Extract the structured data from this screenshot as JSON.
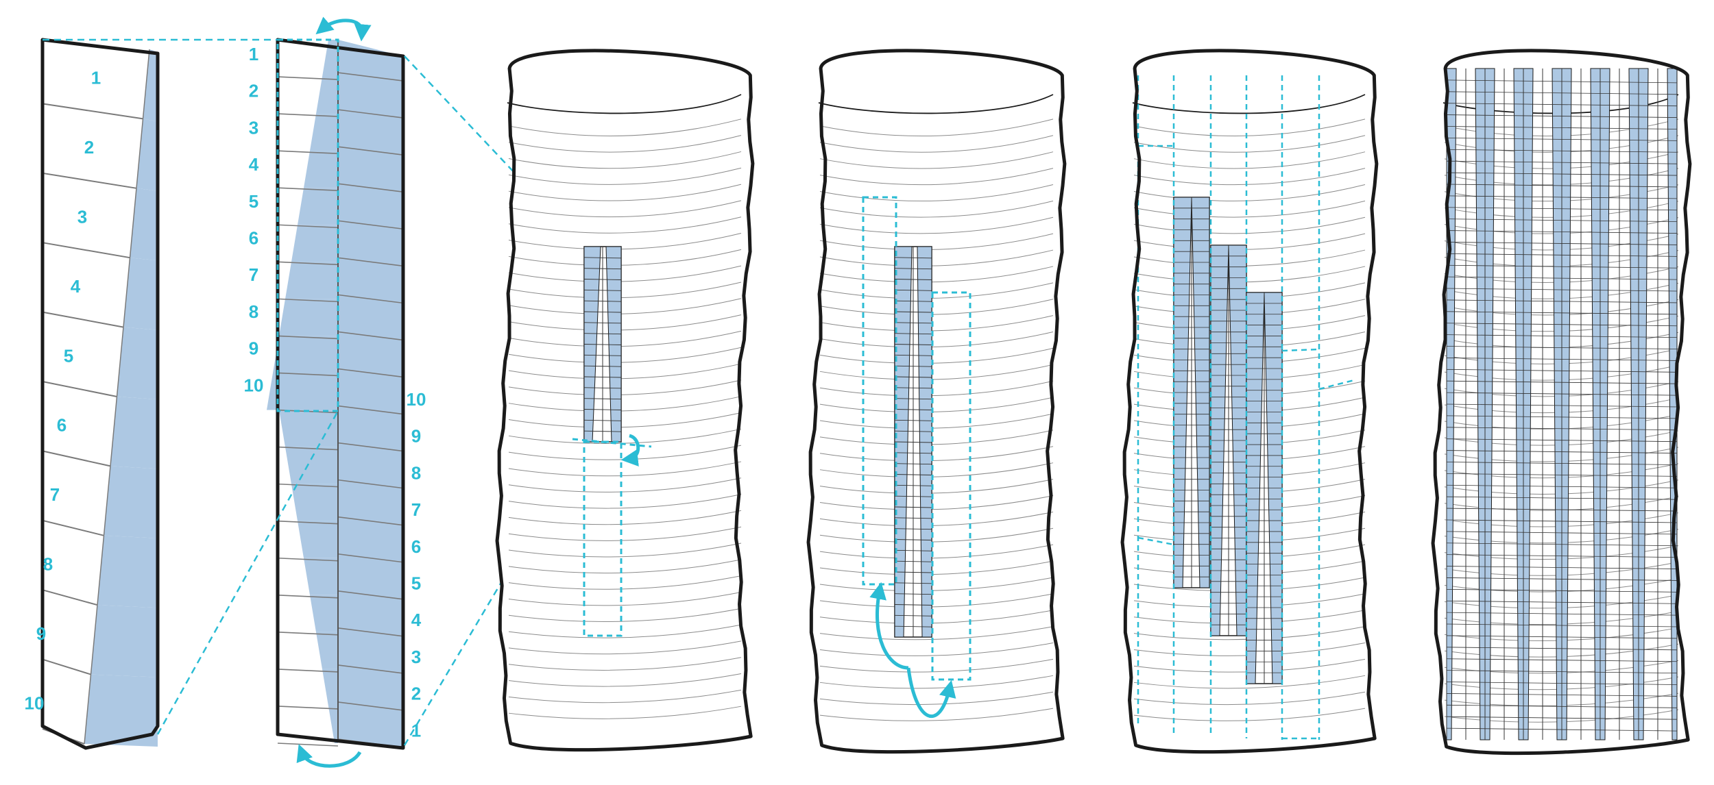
{
  "colors": {
    "accent": "#2bbcd4",
    "panel": "#adc8e3",
    "outline": "#1a1a1a",
    "line": "#7a7a7a"
  },
  "icons": [
    "rotate-arrow-icon",
    "rotate-arrow-icon",
    "rotate-arrow-icon",
    "swap-arrow-icon",
    "swap-arrow-icon"
  ],
  "strip_a_labels": [
    "1",
    "2",
    "3",
    "4",
    "5",
    "6",
    "7",
    "8",
    "9",
    "10"
  ],
  "strip_b_labels_top": [
    "1",
    "2",
    "3",
    "4",
    "5",
    "6",
    "7",
    "8",
    "9",
    "10"
  ],
  "strip_b_labels_bottom": [
    "10",
    "9",
    "8",
    "7",
    "6",
    "5",
    "4",
    "3",
    "2",
    "1"
  ]
}
